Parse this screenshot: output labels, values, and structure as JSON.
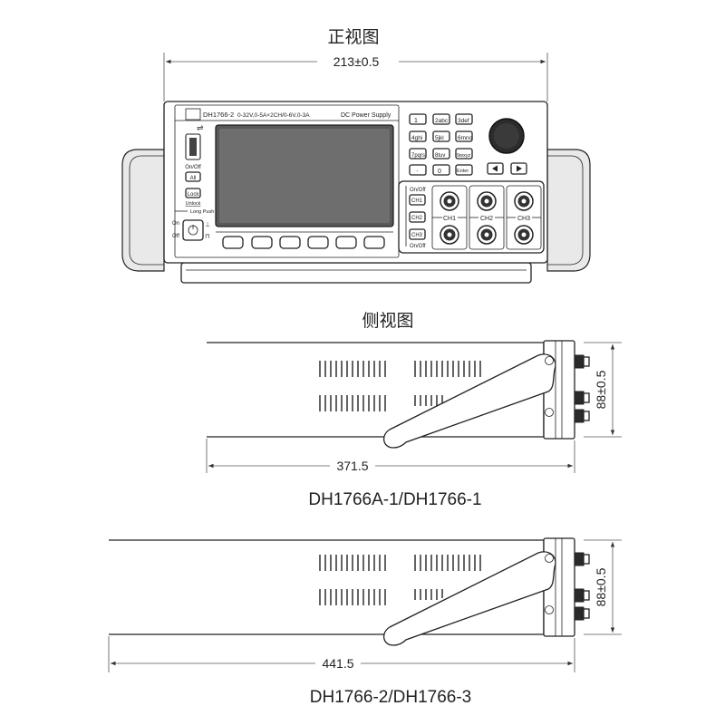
{
  "front_view": {
    "title": "正视图",
    "width_dim": "213±0.5",
    "panel": {
      "model": "DH1766-2",
      "spec": "0-32V,0-5A×2CH/0-6V,0-3A",
      "product": "DC Power Supply",
      "usb_onoff": "On/Off",
      "all": "All",
      "lock": "Lock",
      "unlock": "Unlock",
      "long_push": "Long Push",
      "on": "On",
      "off": "Off",
      "keys": [
        "1",
        "2abc",
        "3def",
        "4ghi",
        "5jkl",
        "6mno",
        "7pqrs",
        "8tuv",
        "9wxyz",
        "·",
        "0",
        "Enter"
      ],
      "ch_onoff": "On/Off",
      "ch_onoff_bottom": "On/Off",
      "ch_buttons": [
        "CH1",
        "CH2",
        "CH3"
      ],
      "ch_labels": [
        "CH1",
        "CH2",
        "CH3"
      ]
    }
  },
  "side_view": {
    "title": "侧视图",
    "model_a": {
      "length_dim": "371.5",
      "height_dim": "88±0.5",
      "caption": "DH1766A-1/DH1766-1"
    },
    "model_b": {
      "length_dim": "441.5",
      "height_dim": "88±0.5",
      "caption": "DH1766-2/DH1766-3"
    }
  }
}
